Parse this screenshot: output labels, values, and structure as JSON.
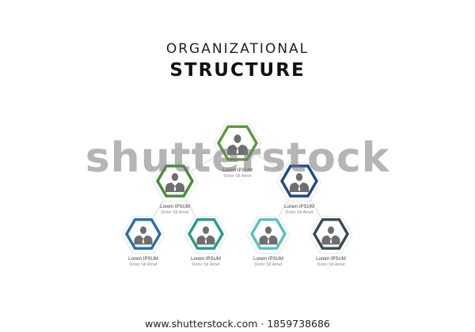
{
  "title": {
    "line1": "ORGANIZATIONAL",
    "line2": "STRUCTURE"
  },
  "watermark": "shutterstock",
  "footer": "www.shutterstock.com · 1859738686",
  "nodes": [
    {
      "id": "ceo",
      "color": "#5a9a3c",
      "label1": "Lorem IPSUM",
      "label2": "Dolor Sit Amet"
    },
    {
      "id": "mgr-left",
      "color": "#4a8a3a",
      "label1": "Lorem IPSUM",
      "label2": "Dolor Sit Amet"
    },
    {
      "id": "mgr-right",
      "color": "#1f4a8a",
      "label1": "Lorem IPSUM",
      "label2": "Dolor Sit Amet"
    },
    {
      "id": "emp-1",
      "color": "#2a6ea8",
      "label1": "Lorem IPSUM",
      "label2": "Dolor Sit Amet"
    },
    {
      "id": "emp-2",
      "color": "#2a9a8a",
      "label1": "Lorem IPSUM",
      "label2": "Dolor Sit Amet"
    },
    {
      "id": "emp-3",
      "color": "#5ac0c0",
      "label1": "Lorem IPSUM",
      "label2": "Dolor Sit Amet"
    },
    {
      "id": "emp-4",
      "color": "#3a4a52",
      "label1": "Lorem IPSUM",
      "label2": "Dolor Sit Amet"
    }
  ],
  "edges": [
    [
      "ceo",
      "mgr-left"
    ],
    [
      "ceo",
      "mgr-right"
    ],
    [
      "mgr-left",
      "emp-1"
    ],
    [
      "mgr-left",
      "emp-2"
    ],
    [
      "mgr-right",
      "emp-3"
    ],
    [
      "mgr-right",
      "emp-4"
    ]
  ]
}
